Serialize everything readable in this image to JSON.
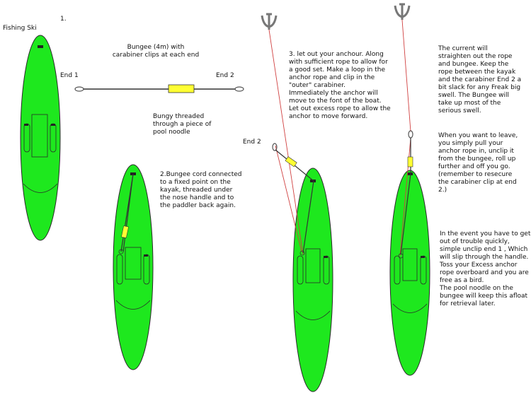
{
  "title": "Fishing Ski",
  "colors": {
    "kayak": "#1ee81e",
    "kayak_outline": "#2a2a2a",
    "rope": "#d04040",
    "bungee": "#333333",
    "noodle": "#ffff33",
    "anchor": "#777777"
  },
  "step1": {
    "number": "1.",
    "bungee_caption": "Bungee (4m) with\ncarabiner clips at each end",
    "end1": "End 1",
    "end2": "End 2",
    "noodle_caption": "Bungy threaded\nthrough a piece of\npool noodle"
  },
  "step2": {
    "text": "2.Bungee cord connected\n   to a fixed point on the\n   kayak, threaded under\n   the nose handle and to\n   the paddler back again."
  },
  "step3": {
    "text": "3. let out your anchour. Along\nwith sufficient rope to allow for\na good set.  Make a loop in the\nanchor rope and clip in the\n\"outer\" carabiner.\nImmediately the anchor will\nmove to the font of the boat.\nLet out excess rope to allow the\nanchor to move forward.",
    "end2": "End 2"
  },
  "step4": {
    "text1": "The current will\nstraighten out the rope\nand bungee.  Keep the\nrope between the kayak\nand the carabiner End 2 a\nbit slack for any Freak big\nswell.  The Bungee will\ntake up most of the\nserious swell.",
    "text2": "When you want to leave,\nyou simply pull your\nanchor rope in, unclip it\nfrom the bungee, roll up\nfurther and off you go.\n(remember to resecure\nthe carabiner clip at end\n2.)",
    "text3": "In the event you have to get\nout of trouble quickly,\nsimple unclip end 1 , Which\nwill slip through the handle.\nToss your Excess anchor\nrope overboard and you are\nfree as a bird.\nThe pool noodle on the\nbungee  will keep this afloat\nfor retrieval later."
  }
}
